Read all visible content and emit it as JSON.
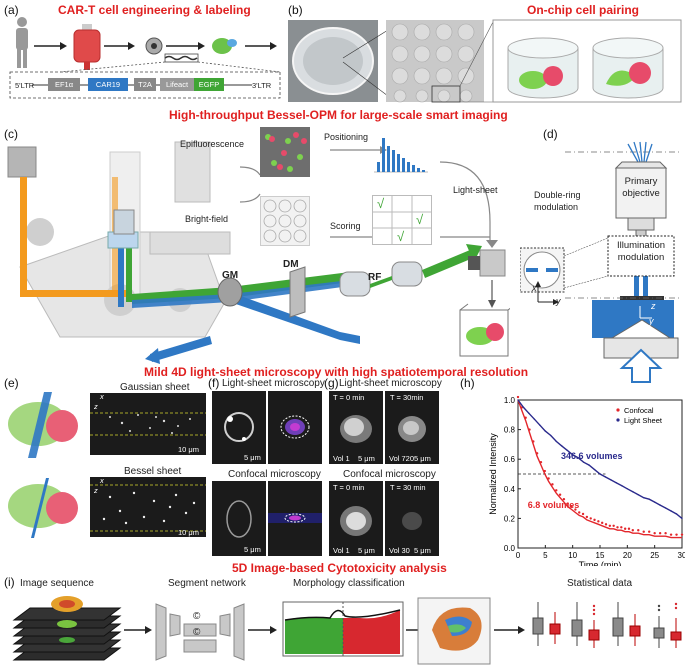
{
  "panel_letters": {
    "a": "(a)",
    "b": "(b)",
    "c": "(c)",
    "d": "(d)",
    "e": "(e)",
    "f": "(f)",
    "g": "(g)",
    "h": "(h)",
    "i": "(i)"
  },
  "titles": {
    "a": "CAR-T cell engineering & labeling",
    "b": "On-chip cell  pairing",
    "c": "High-throughput Bessel-OPM for large-scale smart imaging",
    "mid": "Mild 4D light-sheet microscopy with high spatiotemporal resolution",
    "i": "5D Image-based Cytotoxicity  analysis"
  },
  "construct": [
    "5'LTR",
    "EF1α",
    "CAR19",
    "T2A",
    "Lifeact",
    "EGFP",
    "3'LTR"
  ],
  "c_labels": {
    "epi": "Epifluorescence",
    "bf": "Bright-field",
    "positioning": "Positioning",
    "scoring": "Scoring",
    "lightsheet": "Light-sheet",
    "gm": "GM",
    "dm": "DM",
    "rf": "RF",
    "check": "√"
  },
  "d_labels": {
    "doublering": "Double-ring modulation",
    "primary": "Primary objective",
    "illum": "Illumination modulation",
    "x": "x",
    "y": "y",
    "z": "z"
  },
  "e_labels": {
    "gaussian": "Gaussian sheet",
    "bessel": "Bessel sheet",
    "scale": "10 μm",
    "x": "x",
    "z": "z"
  },
  "f_labels": {
    "lsm": "Light-sheet microscopy",
    "confocal": "Confocal microscopy",
    "scale": "5 μm"
  },
  "g_labels": {
    "lsm": "Light-sheet microscopy",
    "confocal": "Confocal microscopy",
    "t0": "T = 0 min",
    "t30": "T = 30min",
    "t30b": "T = 30 min",
    "vol1": "Vol 1",
    "vol720": "Vol 720",
    "vol30": "Vol 30",
    "scale": "5 μm"
  },
  "i_labels": {
    "seq": "Image sequence",
    "seg": "Segment network",
    "morph": "Morphology classification",
    "stat": "Statistical data",
    "c": "©"
  },
  "chart_data": {
    "type": "line",
    "xlabel": "Time (min)",
    "ylabel": "Normalized Intensity",
    "xlim": [
      0,
      30
    ],
    "ylim": [
      0,
      1.0
    ],
    "xticks": [
      0,
      5,
      10,
      15,
      20,
      25,
      30
    ],
    "yticks": [
      0,
      0.2,
      0.4,
      0.6,
      0.8,
      1.0
    ],
    "ytick_labels": [
      "0.0",
      "0.2",
      "0.4",
      "0.6",
      "0.8",
      "1.0"
    ],
    "legend": "top-right",
    "series": [
      {
        "name": "Confocal",
        "color": "#e3262b",
        "points": [
          [
            0,
            1.0
          ],
          [
            0.7,
            0.93
          ],
          [
            1.4,
            0.86
          ],
          [
            2.1,
            0.78
          ],
          [
            2.8,
            0.7
          ],
          [
            3.5,
            0.62
          ],
          [
            4.2,
            0.56
          ],
          [
            4.9,
            0.5
          ],
          [
            5.6,
            0.45
          ],
          [
            6.3,
            0.41
          ],
          [
            7,
            0.37
          ],
          [
            7.7,
            0.34
          ],
          [
            8.4,
            0.31
          ],
          [
            9.1,
            0.28
          ],
          [
            9.8,
            0.26
          ],
          [
            10.5,
            0.24
          ],
          [
            11.2,
            0.22
          ],
          [
            11.9,
            0.21
          ],
          [
            12.6,
            0.19
          ],
          [
            13.3,
            0.18
          ],
          [
            14,
            0.17
          ],
          [
            14.7,
            0.16
          ],
          [
            15.4,
            0.15
          ],
          [
            16.1,
            0.14
          ],
          [
            16.8,
            0.13
          ],
          [
            17.5,
            0.13
          ],
          [
            18.2,
            0.12
          ],
          [
            18.9,
            0.12
          ],
          [
            19.6,
            0.11
          ],
          [
            20.3,
            0.11
          ],
          [
            21,
            0.1
          ],
          [
            22,
            0.1
          ],
          [
            23,
            0.09
          ],
          [
            24,
            0.09
          ],
          [
            25,
            0.08
          ],
          [
            26,
            0.08
          ],
          [
            27,
            0.08
          ],
          [
            28,
            0.07
          ],
          [
            29,
            0.07
          ],
          [
            30,
            0.07
          ]
        ]
      },
      {
        "name": "Light Sheet",
        "color": "#2a2a8c",
        "points": [
          [
            0,
            1.0
          ],
          [
            1,
            0.95
          ],
          [
            2,
            0.91
          ],
          [
            3,
            0.87
          ],
          [
            4,
            0.83
          ],
          [
            5,
            0.79
          ],
          [
            6,
            0.76
          ],
          [
            7,
            0.72
          ],
          [
            8,
            0.69
          ],
          [
            9,
            0.66
          ],
          [
            10,
            0.63
          ],
          [
            11,
            0.61
          ],
          [
            12,
            0.58
          ],
          [
            13,
            0.56
          ],
          [
            14,
            0.53
          ],
          [
            15,
            0.5
          ],
          [
            16,
            0.48
          ],
          [
            17,
            0.46
          ],
          [
            18,
            0.44
          ],
          [
            19,
            0.42
          ],
          [
            20,
            0.4
          ],
          [
            21,
            0.38
          ],
          [
            22,
            0.36
          ],
          [
            23,
            0.34
          ],
          [
            24,
            0.33
          ],
          [
            25,
            0.31
          ],
          [
            26,
            0.29
          ],
          [
            27,
            0.27
          ],
          [
            28,
            0.25
          ],
          [
            29,
            0.23
          ],
          [
            30,
            0.2
          ]
        ]
      }
    ],
    "annotations": [
      {
        "text": "346.6 volumes",
        "color": "#2a2a8c"
      },
      {
        "text": "6.8 volumes",
        "color": "#e3262b"
      }
    ],
    "reference_line": {
      "y": 0.5,
      "style": "dashed"
    }
  },
  "colors": {
    "red": "#e02020",
    "blue": "#2f78c4",
    "green": "#3fa535",
    "orange": "#f39a1e"
  }
}
